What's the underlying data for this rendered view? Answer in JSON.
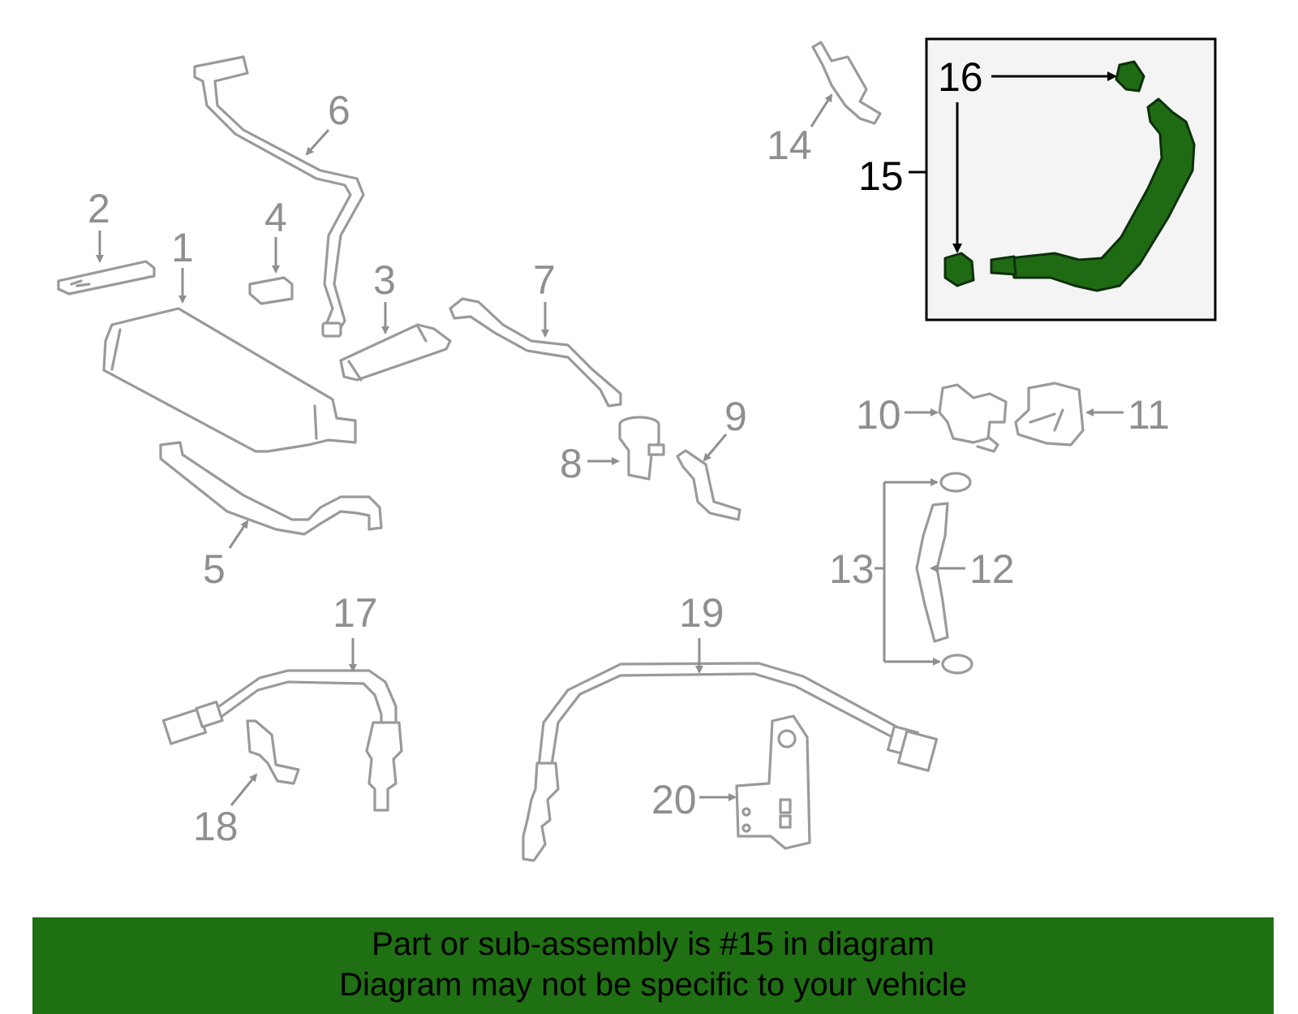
{
  "callouts": {
    "c1": "1",
    "c2": "2",
    "c3": "3",
    "c4": "4",
    "c5": "5",
    "c6": "6",
    "c7": "7",
    "c8": "8",
    "c9": "9",
    "c10": "10",
    "c11": "11",
    "c12": "12",
    "c13": "13",
    "c14": "14",
    "c15": "15",
    "c16": "16",
    "c17": "17",
    "c18": "18",
    "c19": "19",
    "c20": "20"
  },
  "highlight": {
    "part_number": "15",
    "color": "#1f6b14"
  },
  "footer": {
    "line1": "Part or sub-assembly is #15 in diagram",
    "line2": "Diagram may not be specific to your vehicle",
    "background": "#1f6f13"
  }
}
